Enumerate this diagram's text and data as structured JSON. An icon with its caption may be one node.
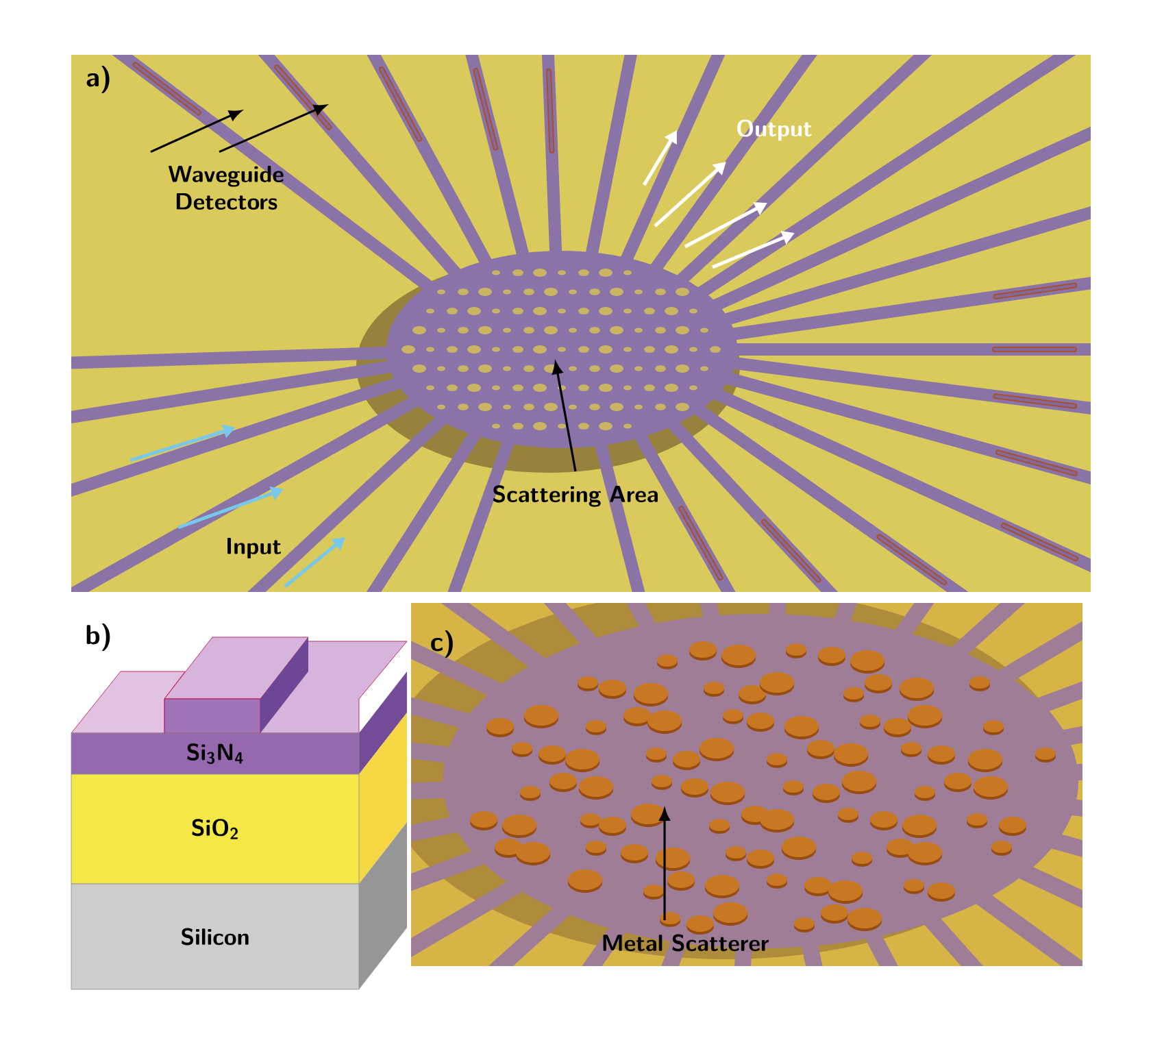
{
  "diagram": {
    "nodes": [
      {
        "text": [
          "Waveguide Detectors"
        ]
      },
      {
        "text": [
          "Scattering Area"
        ]
      },
      {
        "text": [
          "Si$_{3}$N$_{4}$"
        ]
      },
      {
        "text": [
          "SiO$_{2}$"
        ]
      },
      {
        "text": [
          "Silicon"
        ]
      },
      {
        "text": [
          "Metal Scatterer"
        ]
      }
    ],
    "edges": [
      {
        "from": 0,
        "to": null,
        "arrow": "to"
      },
      {
        "from": 0,
        "to": null,
        "arrow": "to"
      },
      {
        "from": 1,
        "to": null,
        "arrow": "to"
      },
      {
        "from": 5,
        "to": null,
        "arrow": "to"
      }
    ],
    "labels": [
      "a)",
      "Output",
      "Input",
      "b)",
      "c)"
    ]
  }
}
